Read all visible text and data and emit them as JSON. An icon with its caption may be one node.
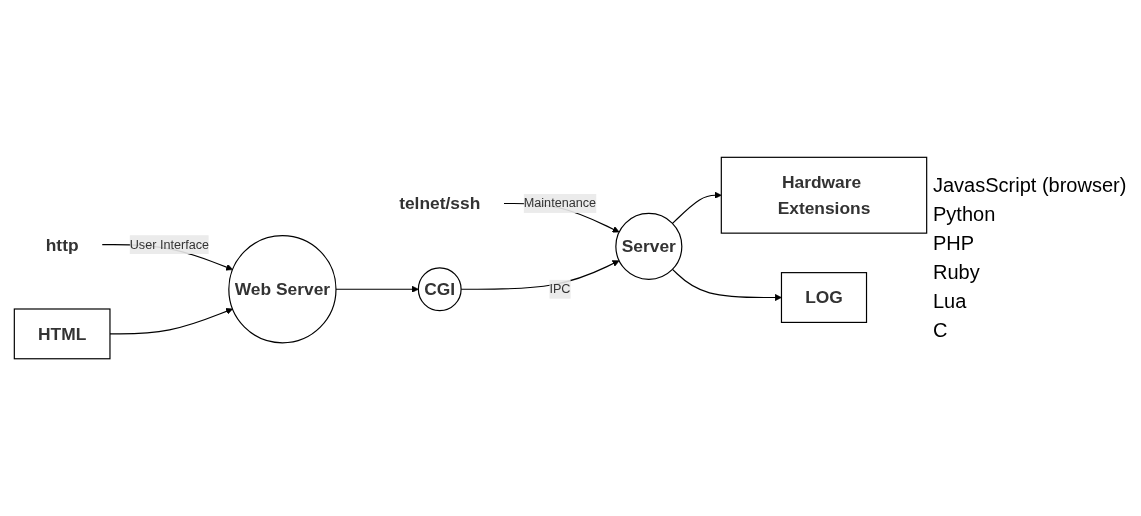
{
  "diagram": {
    "nodes": [
      {
        "text": [
          "http"
        ]
      },
      {
        "text": [
          "telnet/ssh"
        ]
      },
      {
        "text": [
          "Web Server"
        ]
      },
      {
        "text": [
          "CGI"
        ]
      },
      {
        "text": [
          "Server"
        ]
      },
      {
        "text": [
          "Hardware Extensions"
        ]
      },
      {
        "text": [
          "HTML"
        ]
      },
      {
        "text": [
          "LOG"
        ]
      }
    ],
    "edges": [
      {
        "from": 0,
        "to": 2,
        "arrow": "to",
        "label": "User Interface"
      },
      {
        "from": 1,
        "to": 4,
        "arrow": "to",
        "label": "Maintenance"
      },
      {
        "from": 6,
        "to": 2,
        "arrow": "to"
      },
      {
        "from": 2,
        "to": 3,
        "arrow": "to"
      },
      {
        "from": 3,
        "to": 4,
        "arrow": "to",
        "label": "IPC"
      },
      {
        "from": 4,
        "to": 5,
        "arrow": "to"
      },
      {
        "from": 4,
        "to": 7,
        "arrow": "to"
      }
    ],
    "labels": [
      "JavasScript (browser)",
      "Python",
      "PHP",
      "Ruby",
      "Lua",
      "C"
    ]
  }
}
